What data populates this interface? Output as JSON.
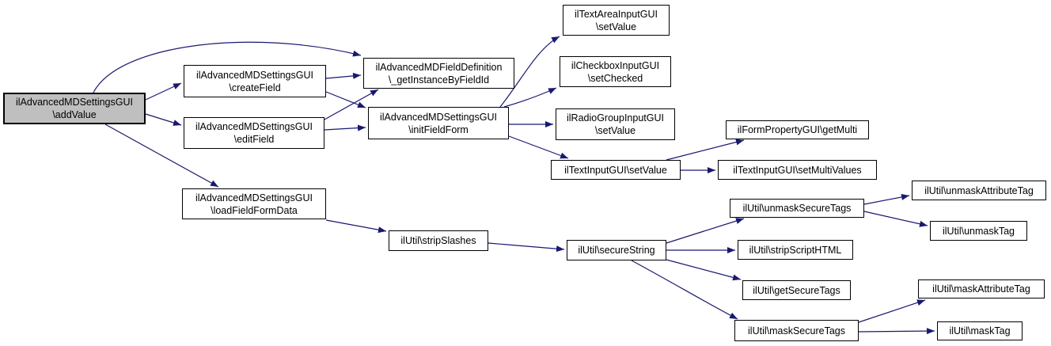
{
  "diagram": {
    "type": "call-graph",
    "background": "#ffffff",
    "edge_color": "#191970",
    "node_border_color": "#000000",
    "node_fill": "#ffffff",
    "highlighted_node_fill": "#bfbfbf",
    "text_color": "#000000"
  },
  "nodes": {
    "addValue": {
      "line1": "ilAdvancedMDSettingsGUI",
      "line2": "\\addValue",
      "highlighted": true
    },
    "createField": {
      "line1": "ilAdvancedMDSettingsGUI",
      "line2": "\\createField"
    },
    "editField": {
      "line1": "ilAdvancedMDSettingsGUI",
      "line2": "\\editField"
    },
    "loadFieldFormData": {
      "line1": "ilAdvancedMDSettingsGUI",
      "line2": "\\loadFieldFormData"
    },
    "getInstanceByFieldId": {
      "line1": "ilAdvancedMDFieldDefinition",
      "line2": "\\_getInstanceByFieldId"
    },
    "initFieldForm": {
      "line1": "ilAdvancedMDSettingsGUI",
      "line2": "\\initFieldForm"
    },
    "textAreaSetValue": {
      "line1": "ilTextAreaInputGUI",
      "line2": "\\setValue"
    },
    "checkboxSetChecked": {
      "line1": "ilCheckboxInputGUI",
      "line2": "\\setChecked"
    },
    "radioSetValue": {
      "line1": "ilRadioGroupInputGUI",
      "line2": "\\setValue"
    },
    "textSetValue": {
      "label": "ilTextInputGUI\\setValue"
    },
    "getMulti": {
      "label": "ilFormPropertyGUI\\getMulti"
    },
    "setMultiValues": {
      "label": "ilTextInputGUI\\setMultiValues"
    },
    "stripSlashes": {
      "label": "ilUtil\\stripSlashes"
    },
    "secureString": {
      "label": "ilUtil\\secureString"
    },
    "unmaskSecureTags": {
      "label": "ilUtil\\unmaskSecureTags"
    },
    "stripScriptHTML": {
      "label": "ilUtil\\stripScriptHTML"
    },
    "getSecureTags": {
      "label": "ilUtil\\getSecureTags"
    },
    "maskSecureTags": {
      "label": "ilUtil\\maskSecureTags"
    },
    "unmaskAttributeTag": {
      "label": "ilUtil\\unmaskAttributeTag"
    },
    "unmaskTag": {
      "label": "ilUtil\\unmaskTag"
    },
    "maskAttributeTag": {
      "label": "ilUtil\\maskAttributeTag"
    },
    "maskTag": {
      "label": "ilUtil\\maskTag"
    }
  },
  "edges": [
    {
      "from": "addValue",
      "to": "createField"
    },
    {
      "from": "addValue",
      "to": "editField"
    },
    {
      "from": "addValue",
      "to": "getInstanceByFieldId"
    },
    {
      "from": "addValue",
      "to": "loadFieldFormData"
    },
    {
      "from": "createField",
      "to": "getInstanceByFieldId"
    },
    {
      "from": "createField",
      "to": "initFieldForm"
    },
    {
      "from": "editField",
      "to": "getInstanceByFieldId"
    },
    {
      "from": "editField",
      "to": "initFieldForm"
    },
    {
      "from": "initFieldForm",
      "to": "textAreaSetValue"
    },
    {
      "from": "initFieldForm",
      "to": "checkboxSetChecked"
    },
    {
      "from": "initFieldForm",
      "to": "radioSetValue"
    },
    {
      "from": "initFieldForm",
      "to": "textSetValue"
    },
    {
      "from": "textSetValue",
      "to": "getMulti"
    },
    {
      "from": "textSetValue",
      "to": "setMultiValues"
    },
    {
      "from": "loadFieldFormData",
      "to": "stripSlashes"
    },
    {
      "from": "stripSlashes",
      "to": "secureString"
    },
    {
      "from": "secureString",
      "to": "unmaskSecureTags"
    },
    {
      "from": "secureString",
      "to": "stripScriptHTML"
    },
    {
      "from": "secureString",
      "to": "getSecureTags"
    },
    {
      "from": "secureString",
      "to": "maskSecureTags"
    },
    {
      "from": "unmaskSecureTags",
      "to": "unmaskAttributeTag"
    },
    {
      "from": "unmaskSecureTags",
      "to": "unmaskTag"
    },
    {
      "from": "maskSecureTags",
      "to": "maskAttributeTag"
    },
    {
      "from": "maskSecureTags",
      "to": "maskTag"
    }
  ]
}
